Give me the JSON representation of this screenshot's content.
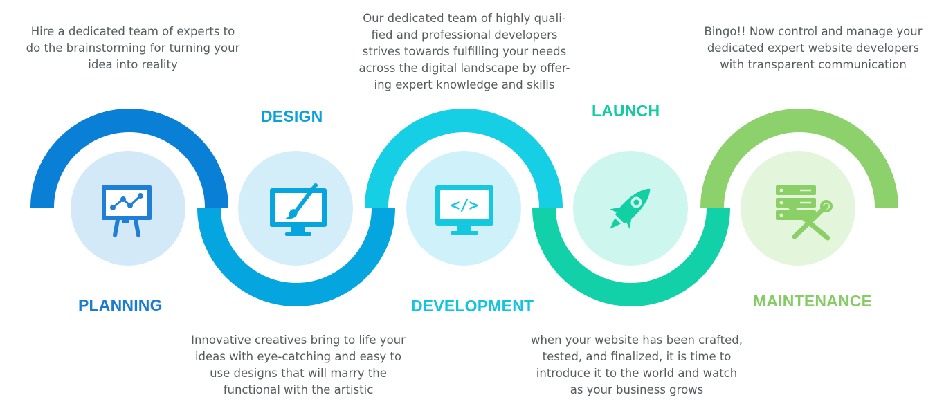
{
  "stages": [
    {
      "title": "PLANNING",
      "icon": "presentation-board-icon",
      "description": "Hire a dedicated team of experts to\ndo the brainstorming for turning your\nidea into reality"
    },
    {
      "title": "DESIGN",
      "icon": "monitor-paintbrush-icon",
      "description": "Innovative creatives bring to life your\nideas with eye-catching and easy to\nuse designs that will marry the\nfunctional with the artistic"
    },
    {
      "title": "DEVELOPMENT",
      "icon": "monitor-code-icon",
      "description": "Our dedicated team of highly quali-\nfied and professional developers\nstrives towards fulfilling your needs\nacross the digital landscape by offer-\ning expert knowledge and skills"
    },
    {
      "title": "LAUNCH",
      "icon": "rocket-icon",
      "description": "when your website has been crafted,\ntested, and finalized, it is time to\nintroduce it to the world and watch\nas your business grows"
    },
    {
      "title": "MAINTENANCE",
      "icon": "server-tools-icon",
      "description": "Bingo!! Now control and manage your\ndedicated expert website developers\nwith transparent communication"
    }
  ],
  "colors": {
    "planning": "#0a7fd6",
    "design": "#05a6e0",
    "development": "#17cfe4",
    "launch": "#12d1a9",
    "maintenance": "#8cd16c",
    "text": "#555b5e"
  }
}
